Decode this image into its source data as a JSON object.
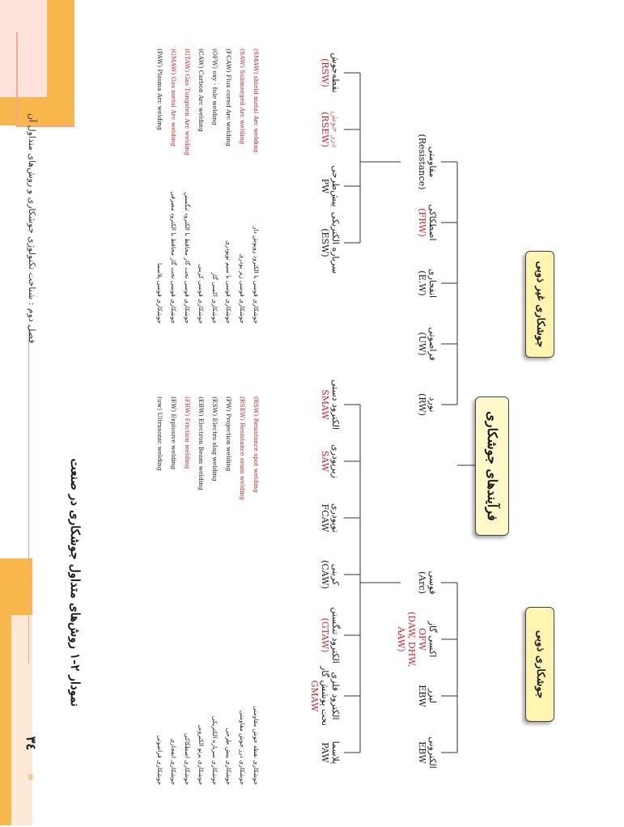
{
  "page": {
    "number": "٣٤",
    "header": "فصل دوم : شناخت تکنولوژی جوشکاری و روش‌های متداول آن",
    "caption": "نمودار ۲-۱ روش‌های متداول جوشکاری در صنعت"
  },
  "diagram": {
    "root": "فرآیندهای جوشکاری",
    "branch_left": "جوشکاری غیر ذوبی",
    "branch_right": "جوشکاری ذوبی",
    "nonfusion": [
      {
        "fa": "مقاومتی",
        "en": "(Resistance)"
      },
      {
        "fa": "اصطکاکی",
        "en": "(FRW)"
      },
      {
        "fa": "انفجاری",
        "en": "(E.W)"
      },
      {
        "fa": "فراصوتی",
        "en": "(UW)"
      },
      {
        "fa": "نورد",
        "en": "(RW)"
      }
    ],
    "resistance": [
      {
        "fa": "نقطه‌جوش",
        "en": "(RSW)"
      },
      {
        "fa": "درز جوش",
        "en": "(RSEW)"
      },
      {
        "fa": "پیش‌طرحی",
        "en": "PW"
      },
      {
        "fa": "سرباره الکتریکی",
        "en": "(ESW)"
      }
    ],
    "fusion_top": [
      {
        "fa": "قوسی",
        "en": "(Arc)"
      },
      {
        "fa": "اکسی گاز",
        "en": "OFW\n(DAW, DHW, AAW)"
      },
      {
        "fa": "لیزر",
        "en": "EBW"
      },
      {
        "fa": "الکترونی",
        "en": "EBW"
      }
    ],
    "arc": [
      {
        "fa": "الکترود دستی",
        "en": "SMAW"
      },
      {
        "fa": "زیرپودری",
        "en": "SAW"
      },
      {
        "fa": "توپودری",
        "en": "FCAW"
      },
      {
        "fa": "کربنی",
        "en": "(CAW)"
      },
      {
        "fa": "الکترود تنگستن",
        "en": "(GTAW)"
      },
      {
        "fa": "الکترود فلزی تحت پوشش گاز",
        "en": "GMAW"
      },
      {
        "fa": "پلاسما",
        "en": "PAW"
      }
    ]
  },
  "legend": {
    "col1": [
      "(SMAW) shield metal Arc welding",
      "(SAW) Submerged Arc welding",
      "(FCAW) Flux cored Arc welding",
      "(OFW) oxy - fule welding",
      "(CAW) Carbon Arc welding",
      "(GTAW) Gas Tungsten Arc welding",
      "(GMAW) Gas metal Arc welding",
      "(PAW) Plasma Arc welding"
    ],
    "col1_fa": [
      "جوشکاری قوسی با الکترود روپوش دار",
      "جوشکاری قوسی زیر پودری",
      "جوشکاری قوسی با سیم توپودری",
      "جوشکاری اکسی گاز",
      "جوشکاری قوسی کربنی",
      "جوشکاری قوسی تحت گاز محافظ با الکترود تنگستن",
      "جوشکاری قوسی تحت گاز محافظ با الکترود مصرفی",
      "جوشکاری قوسی پلاسما"
    ],
    "col2": [
      "(RSW) Resistance spot welding",
      "(RSEW) Resistance seam welding",
      "(PW) Projection welding",
      "(ESW) Electro slag welding",
      "(EBW) Electron Beam welding",
      "(FRW) Friction welding",
      "(EW) Explosive welding",
      "(uw) Ultrasonic welding"
    ],
    "col2_fa": [
      "جوشکاری نقطه جوش مقاومتی",
      "جوشکاری درز جوش مقاومتی",
      "جوشکاری پیش طرحی",
      "جوشکاری سرباره الکتریکی",
      "جوشکاری پرتو الکترونی",
      "جوشکاری اصطکاکی",
      "جوشکاری انفجاری",
      "جوشکاری فراصوتی"
    ]
  },
  "colors": {
    "accent_orange": "#f7b74a",
    "pink": "#fde3dc",
    "box_fill": "#fff5b0",
    "red": "#c0262d"
  }
}
